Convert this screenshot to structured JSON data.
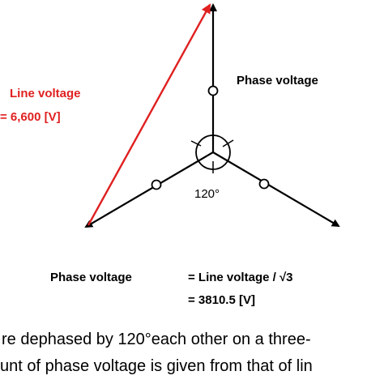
{
  "labels": {
    "line_voltage": "Line voltage",
    "line_voltage_value": "= 6,600 [V]",
    "phase_voltage_top": "Phase voltage",
    "angle": "120°",
    "phase_voltage_bottom": "Phase voltage",
    "formula_line1": "= Line voltage / √3",
    "formula_line2": "= 3810.5 [V]"
  },
  "caption": {
    "line1": "re dephased by 120°each other on a three-",
    "line2": "unt of phase voltage is given from that of lin"
  },
  "colors": {
    "phase_vector": "#000000",
    "line_vector": "#e02020",
    "line_label": "#e02020",
    "text": "#000000"
  }
}
